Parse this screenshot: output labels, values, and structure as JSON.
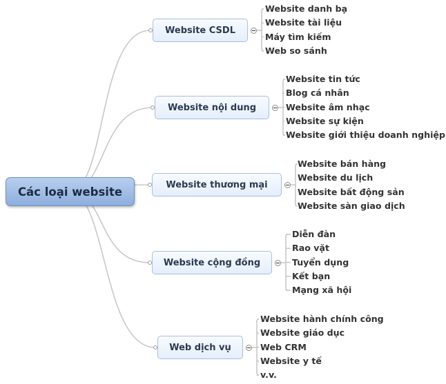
{
  "root": {
    "label": "Các loại website"
  },
  "branches": [
    {
      "label": "Website CSDL",
      "children": [
        "Website danh bạ",
        "Website tài liệu",
        "Máy tìm kiếm",
        "Web so sánh"
      ]
    },
    {
      "label": "Website nội dung",
      "children": [
        "Website tin tức",
        "Blog cá nhân",
        "Website âm nhạc",
        "Website sự kiện",
        "Website giới thiệu doanh nghiệp"
      ]
    },
    {
      "label": "Website thương mại",
      "children": [
        "Website bán hàng",
        "Website du lịch",
        "Website bất động sản",
        "Website sàn giao dịch"
      ]
    },
    {
      "label": "Website cộng đồng",
      "children": [
        "Diễn đàn",
        "Rao vặt",
        "Tuyển dụng",
        "Kết bạn",
        "Mạng xã hội"
      ]
    },
    {
      "label": "Web dịch vụ",
      "children": [
        "Website hành chính công",
        "Website giáo dục",
        "Web CRM",
        "Website y tế",
        "v.v."
      ]
    }
  ],
  "colors": {
    "connector": "#c8c8c8",
    "root_fill": "#9db9e4",
    "topic_fill": "#eef4fc",
    "topic_border": "#a8bfdd"
  }
}
